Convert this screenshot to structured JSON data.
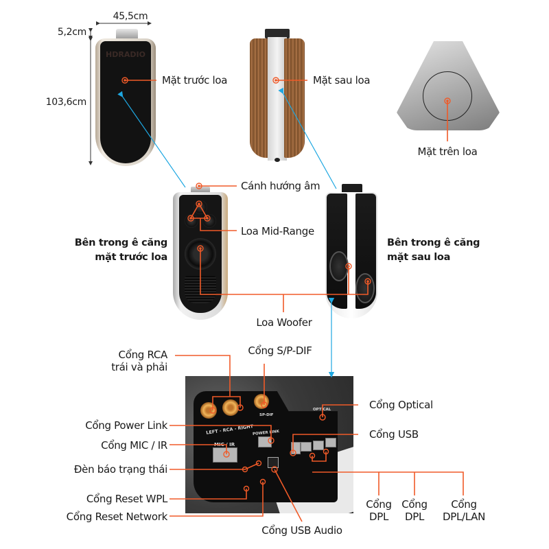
{
  "dimensions": {
    "width": "45,5cm",
    "cap_height": "5,2cm",
    "body_height": "103,6cm"
  },
  "views": {
    "front": {
      "label": "Mặt trước loa",
      "watermark": "HDRADIO"
    },
    "back": {
      "label": "Mặt sau loa"
    },
    "top": {
      "label": "Mặt trên loa"
    }
  },
  "interior": {
    "front_title_line1": "Bên trong ê căng",
    "front_title_line2": "mặt trước loa",
    "back_title_line1": "Bên trong ê căng",
    "back_title_line2": "mặt sau loa",
    "labels": {
      "acoustic_lens": "Cánh hướng âm",
      "midrange": "Loa Mid-Range",
      "woofer": "Loa Woofer"
    }
  },
  "connectors": {
    "left_labels": [
      {
        "id": "rca",
        "line1": "Cổng RCA",
        "line2": "trái và phải"
      },
      {
        "id": "power-link",
        "text": "Cổng Power Link"
      },
      {
        "id": "mic-ir",
        "text": "Cổng MIC / IR"
      },
      {
        "id": "status-led",
        "text": "Đèn báo trạng thái"
      },
      {
        "id": "reset-wpl",
        "text": "Cổng Reset WPL"
      },
      {
        "id": "reset-network",
        "text": "Cổng Reset Network"
      }
    ],
    "top_label": "Cổng S/P-DIF",
    "right_labels": [
      {
        "id": "optical",
        "text": "Cổng Optical"
      },
      {
        "id": "usb",
        "text": "Cổng USB"
      }
    ],
    "bottom_labels": [
      {
        "id": "dpl-1",
        "line1": "Cổng",
        "line2": "DPL"
      },
      {
        "id": "dpl-2",
        "line1": "Cổng",
        "line2": "DPL"
      },
      {
        "id": "dpl-lan",
        "line1": "Cổng",
        "line2": "DPL/LAN"
      }
    ],
    "usb_audio": "Cổng USB Audio",
    "panel_silkscreen": {
      "rca": "LEFT - RCA - RIGHT",
      "spdif": "SP-DIF",
      "power_link": "POWER LINK",
      "mic_ir": "MIC / IR",
      "optical": "OPTICAL"
    }
  },
  "colors": {
    "callout": "#f05a28",
    "arrow": "#1ea7e1",
    "dimension": "#333333"
  }
}
